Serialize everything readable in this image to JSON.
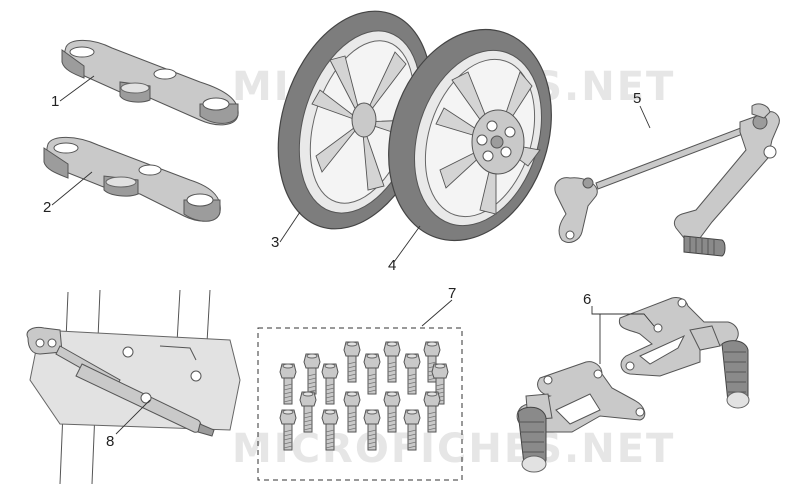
{
  "callouts": [
    {
      "id": "1",
      "label": "1"
    },
    {
      "id": "2",
      "label": "2"
    },
    {
      "id": "3",
      "label": "3"
    },
    {
      "id": "4",
      "label": "4"
    },
    {
      "id": "5",
      "label": "5"
    },
    {
      "id": "6",
      "label": "6"
    },
    {
      "id": "7",
      "label": "7"
    },
    {
      "id": "8",
      "label": "8"
    }
  ],
  "watermark": {
    "top_text": "MICROFICHES.NET",
    "bottom_text": "MICROFICHES.NET"
  }
}
